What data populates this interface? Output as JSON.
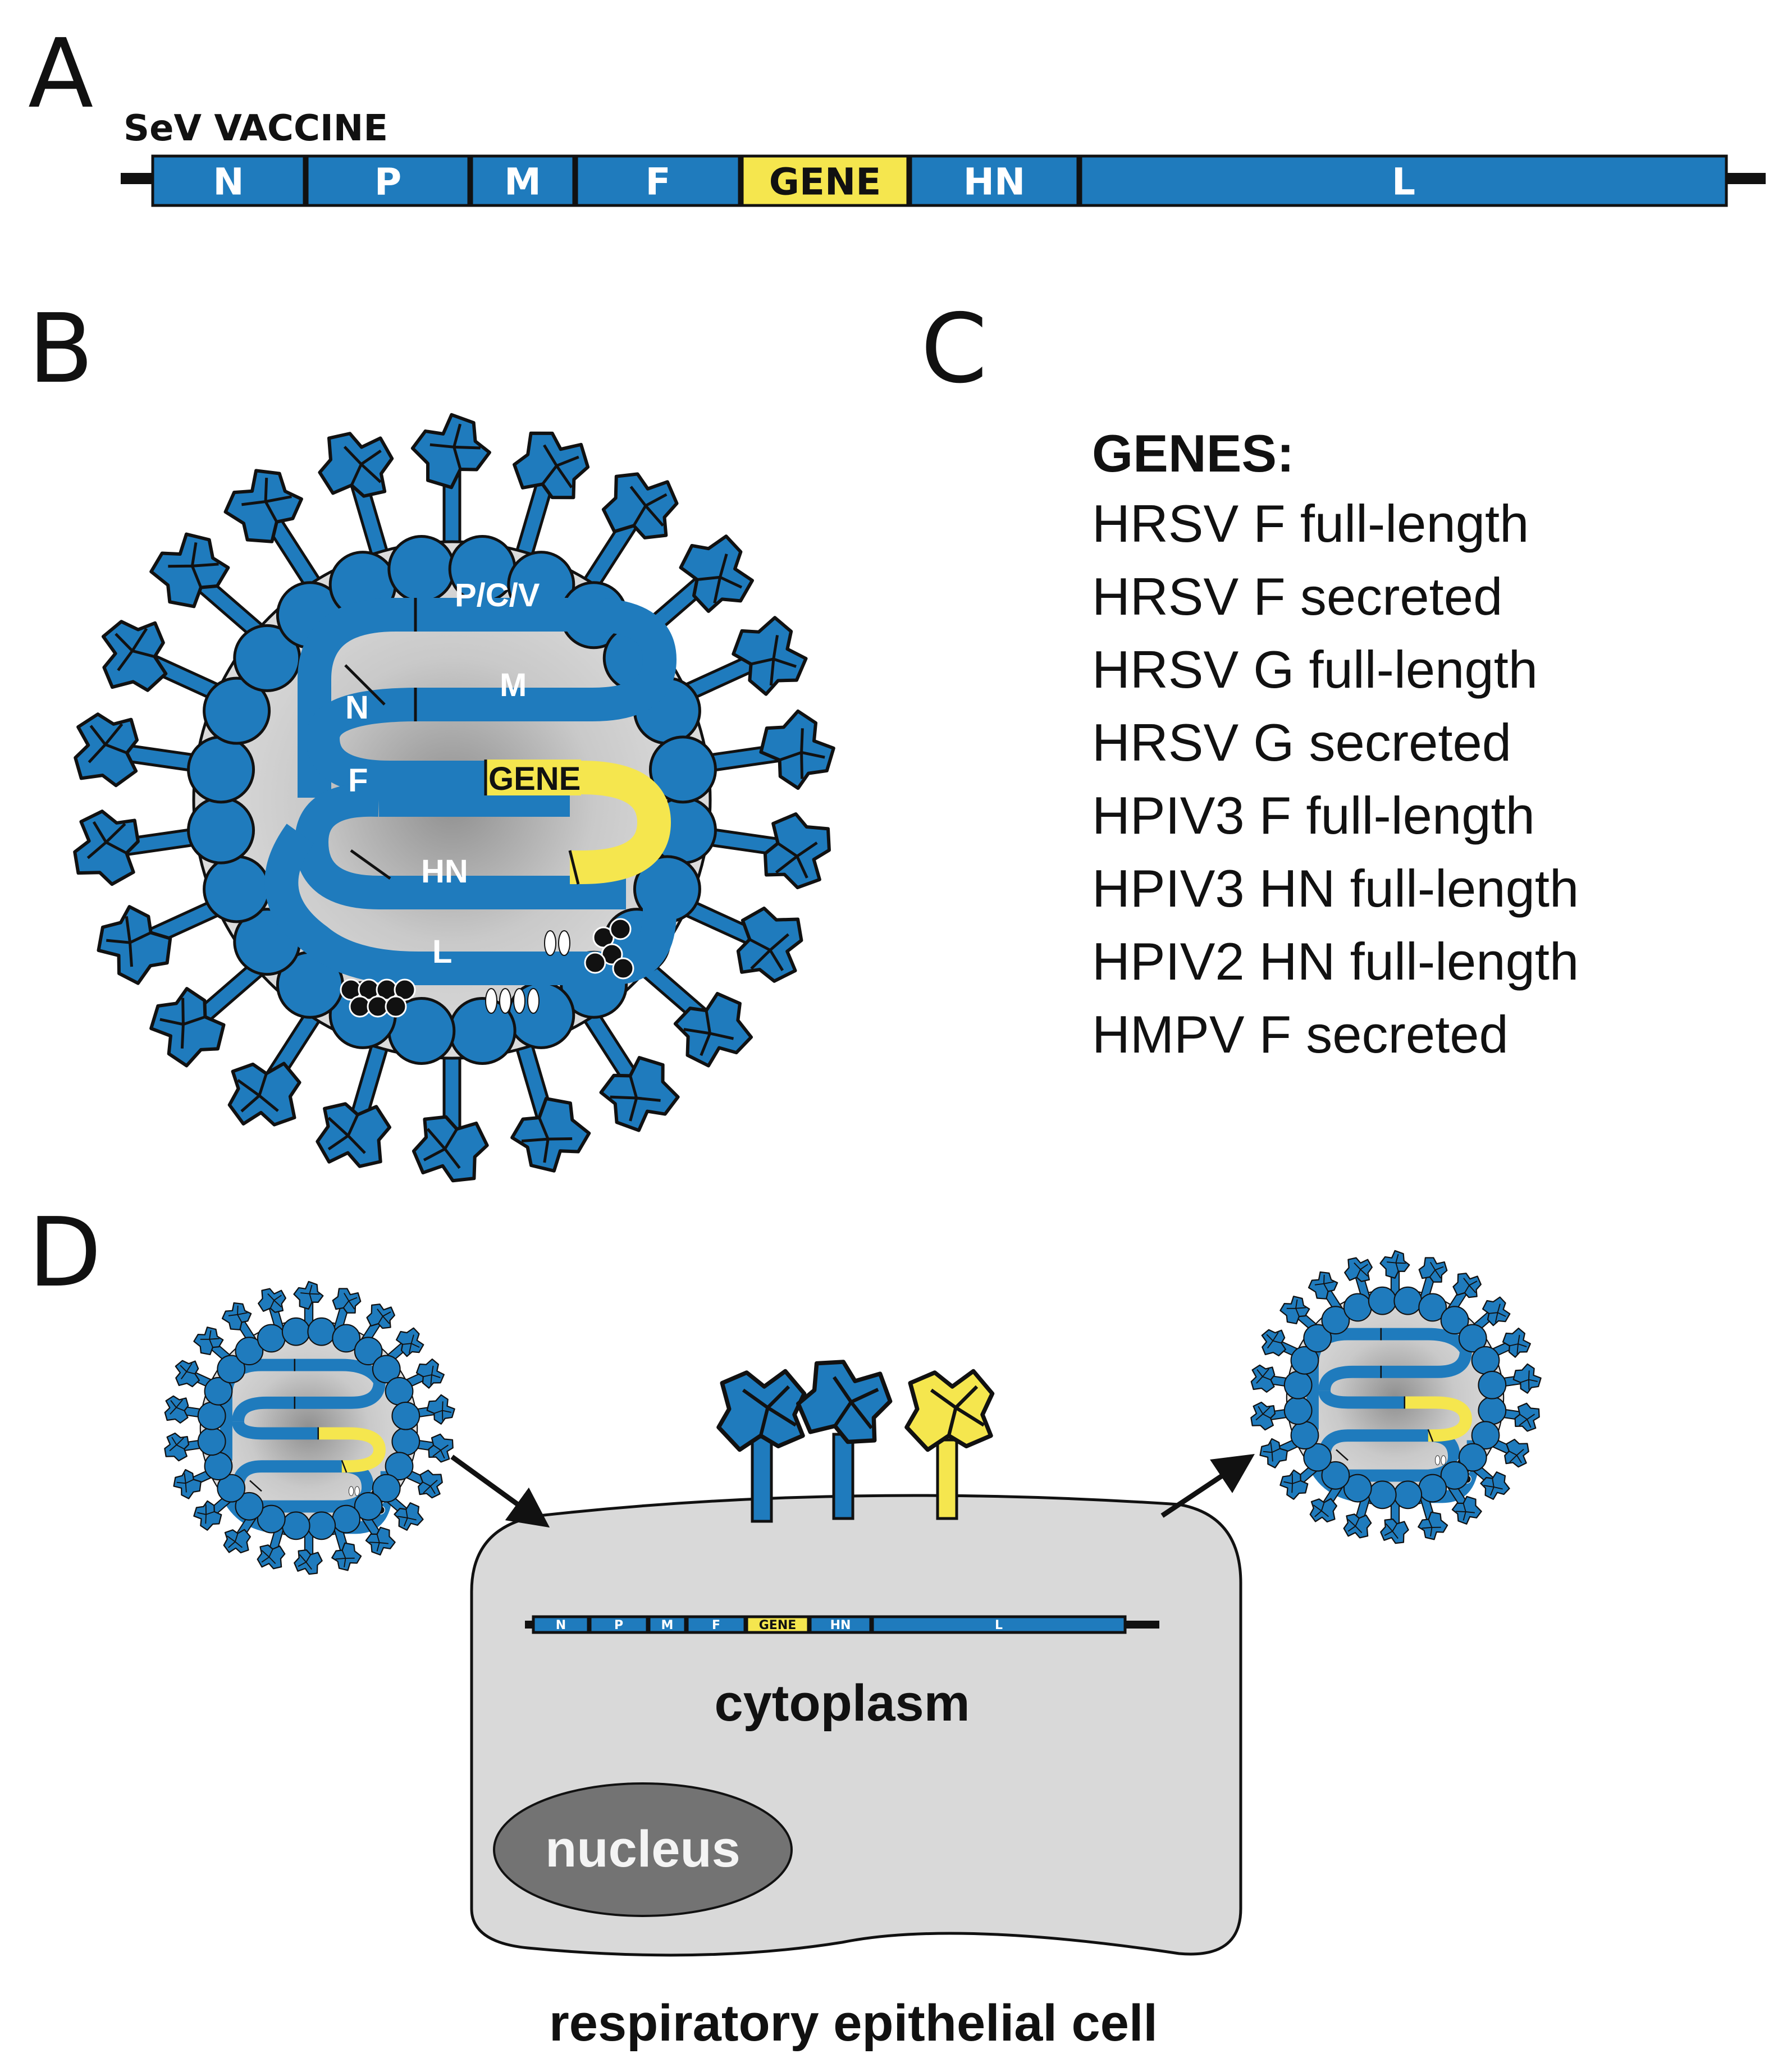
{
  "colors": {
    "blue": "#1f7bbd",
    "yellow": "#f5e64e",
    "outline": "#111111",
    "cell_grey": "#d9d9d9",
    "nucleus_grey": "#737373"
  },
  "panels": {
    "a": "A",
    "b": "B",
    "c": "C",
    "d": "D"
  },
  "genome": {
    "title": "SeV VACCINE",
    "segments": [
      "N",
      "P",
      "M",
      "F",
      "GENE",
      "HN",
      "L"
    ],
    "highlight": "GENE"
  },
  "virion": {
    "labels": {
      "n": "N",
      "pcv": "P/C/V",
      "m": "M",
      "f": "F",
      "gene": "GENE",
      "hn": "HN",
      "l": "L"
    }
  },
  "genes": {
    "title": "GENES:",
    "items": [
      "HRSV F full-length",
      "HRSV F secreted",
      "HRSV G full-length",
      "HRSV G secreted",
      "HPIV3 F full-length",
      "HPIV3 HN full-length",
      "HPIV2 HN full-length",
      "HMPV F secreted"
    ]
  },
  "cell": {
    "cytoplasm": "cytoplasm",
    "nucleus": "nucleus",
    "caption": "respiratory epithelial cell",
    "mini_genome": [
      "N",
      "P",
      "M",
      "F",
      "GENE",
      "HN",
      "L"
    ]
  },
  "icons": [
    "virion-icon",
    "glycoprotein-spike-icon",
    "arrow-icon"
  ]
}
